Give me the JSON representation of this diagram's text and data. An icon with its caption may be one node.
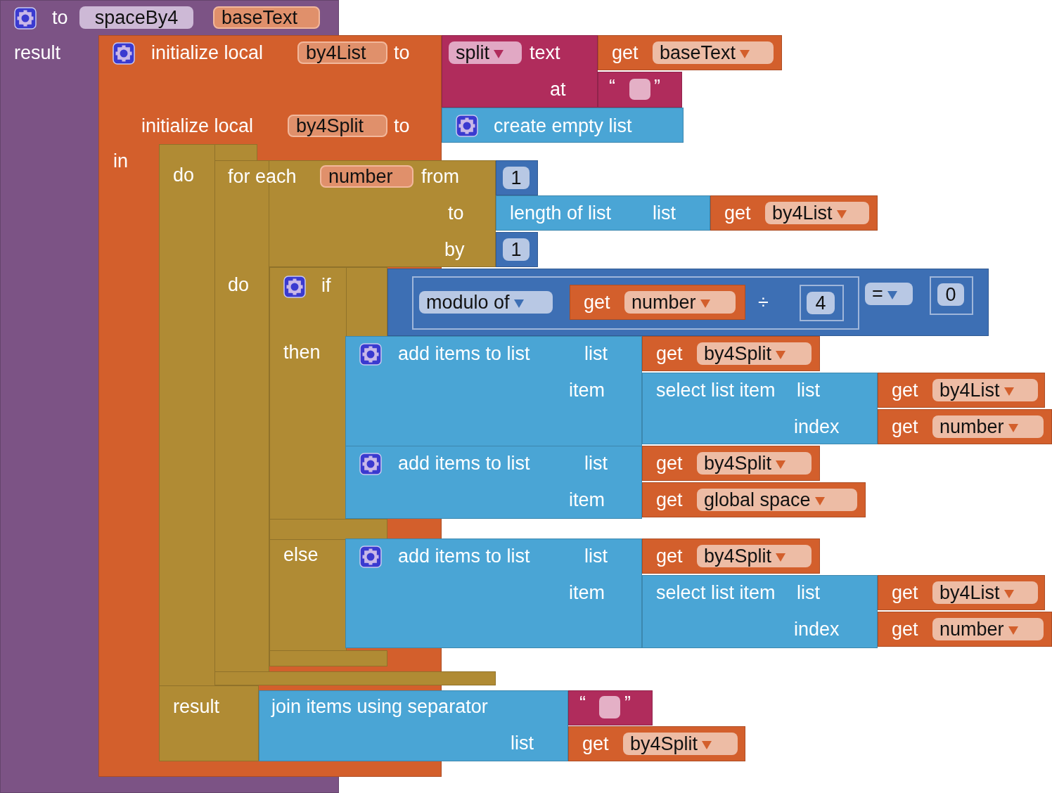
{
  "diagram": {
    "nodes": [
      {
        "text": [
          "to",
          "spaceBy4",
          "baseText",
          "result"
        ]
      },
      {
        "text": [
          "initialize local",
          "by4List",
          "to",
          "initialize local",
          "by4Split",
          "to",
          "in"
        ]
      },
      {
        "text": [
          "split",
          "text",
          "at"
        ]
      },
      {
        "text": [
          "get",
          "baseText"
        ]
      },
      {
        "text": [
          "“",
          "”"
        ]
      },
      {
        "text": [
          "create empty list"
        ]
      },
      {
        "text": [
          "do",
          "result"
        ]
      },
      {
        "text": [
          "for each",
          "number",
          "from",
          "to",
          "by",
          "do"
        ]
      },
      {
        "text": [
          "1"
        ]
      },
      {
        "text": [
          "length of list",
          "list"
        ]
      },
      {
        "text": [
          "get",
          "by4List"
        ]
      },
      {
        "text": [
          "1"
        ]
      },
      {
        "text": [
          "if",
          "then",
          "else"
        ],
        "in": 7
      },
      {
        "text": [
          "="
        ]
      },
      {
        "text": [
          "modulo of",
          "÷"
        ],
        "in": 13
      },
      {
        "text": [
          "get",
          "number"
        ],
        "in": 14
      },
      {
        "text": [
          "4"
        ],
        "in": 14
      },
      {
        "text": [
          "0"
        ],
        "in": 13
      },
      {
        "text": [
          "add items to list",
          "list",
          "item"
        ]
      },
      {
        "text": [
          "get",
          "by4Split"
        ]
      },
      {
        "text": [
          "select list item",
          "list",
          "index"
        ]
      },
      {
        "text": [
          "get",
          "by4List"
        ]
      },
      {
        "text": [
          "get",
          "number"
        ]
      },
      {
        "text": [
          "add items to list",
          "list",
          "item"
        ]
      },
      {
        "text": [
          "get",
          "by4Split"
        ]
      },
      {
        "text": [
          "get",
          "global space"
        ]
      },
      {
        "text": [
          "add items to list",
          "list",
          "item"
        ]
      },
      {
        "text": [
          "get",
          "by4Split"
        ]
      },
      {
        "text": [
          "select list item",
          "list",
          "index"
        ]
      },
      {
        "text": [
          "get",
          "by4List"
        ]
      },
      {
        "text": [
          "get",
          "number"
        ]
      },
      {
        "text": [
          "join items using separator",
          "list"
        ]
      },
      {
        "text": [
          "“",
          "”"
        ]
      },
      {
        "text": [
          "get",
          "by4Split"
        ]
      }
    ]
  }
}
